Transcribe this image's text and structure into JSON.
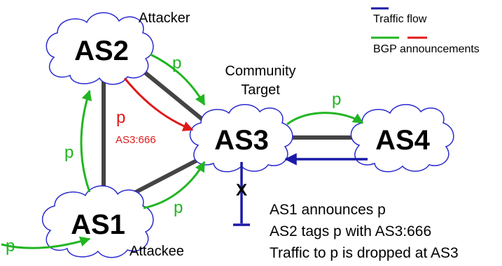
{
  "nodes": {
    "as1": "AS1",
    "as2": "AS2",
    "as3": "AS3",
    "as4": "AS4"
  },
  "roles": {
    "attacker": "Attacker",
    "attackee": "Attackee",
    "community_target_line1": "Community",
    "community_target_line2": "Target"
  },
  "legend": {
    "traffic_flow": "Traffic flow",
    "bgp_announcements": "BGP announcements"
  },
  "prefix": "p",
  "community": "AS3:666",
  "drop_mark": "X",
  "notes": [
    "AS1 announces p",
    "AS2 tags p with AS3:666",
    "Traffic to p is dropped at AS3"
  ],
  "colors": {
    "traffic": "#1a1aa8",
    "bgp_green": "#22b522",
    "bgp_red": "#e01818",
    "link": "#444444",
    "cloud_stroke": "#2a2ad0"
  }
}
